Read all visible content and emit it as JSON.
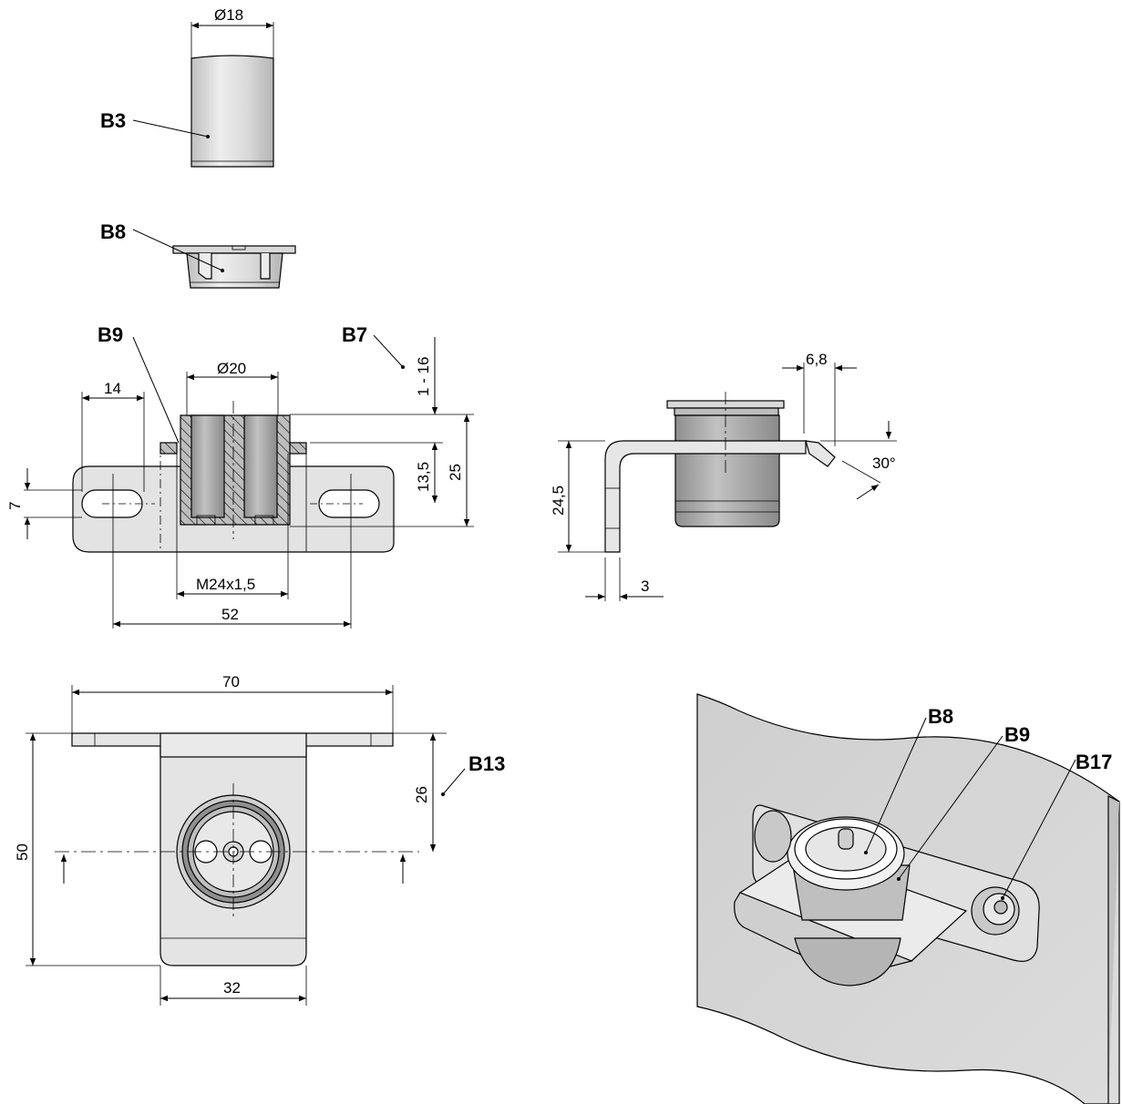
{
  "parts": {
    "b3": "B3",
    "b8": "B8",
    "b9": "B9",
    "b7": "B7",
    "b13": "B13",
    "iso_b8": "B8",
    "iso_b9": "B9",
    "iso_b17": "B17"
  },
  "dimensions": {
    "cap_diameter": "Ø18",
    "bore_diameter": "Ø20",
    "slot_offset": "14",
    "slot_width": "7",
    "adjust_range": "1 - 16",
    "bush_height": "13,5",
    "total_height": "25",
    "thread": "M24x1,5",
    "hole_spacing": "52",
    "tab_width": "6,8",
    "bend_angle": "30°",
    "bend_height": "24,5",
    "thickness": "3",
    "plate_length": "70",
    "plate_height": "50",
    "center_height": "26",
    "tongue_width": "32"
  },
  "colors": {
    "metal_light": "#e6e6e6",
    "metal_mid": "#cfcfcf",
    "metal_dark": "#9a9a9a",
    "door_panel": "#d4d4d4"
  }
}
